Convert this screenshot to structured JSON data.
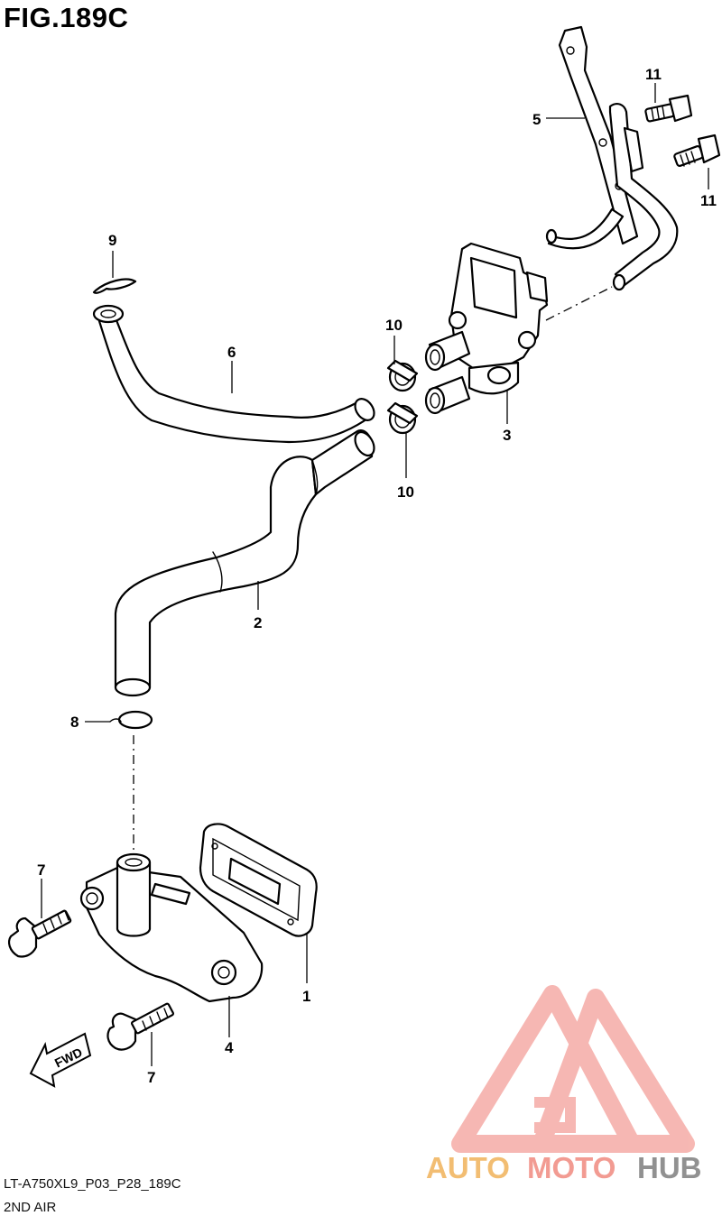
{
  "figure": {
    "title": "FIG.189C",
    "code": "LT-A750XL9_P03_P28_189C",
    "subtitle": "2ND AIR"
  },
  "callouts": {
    "c1": "1",
    "c2": "2",
    "c3": "3",
    "c4": "4",
    "c5": "5",
    "c6": "6",
    "c7a": "7",
    "c7b": "7",
    "c8": "8",
    "c9": "9",
    "c10a": "10",
    "c10b": "10",
    "c11a": "11",
    "c11b": "11"
  },
  "fwd_label": "FWD",
  "watermark": {
    "part1": "AUTO",
    "part2": "MOTO",
    "part3": "HUB",
    "colors": {
      "triangle": "#f4a09a",
      "auto": "#f0b25a",
      "moto": "#f08a80",
      "hub": "#7e7e7e"
    }
  }
}
